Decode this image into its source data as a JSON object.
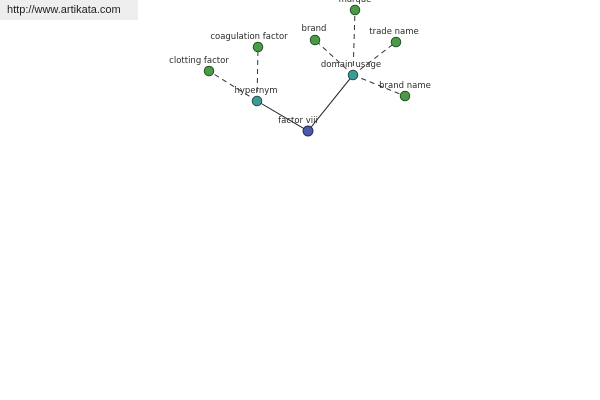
{
  "header": {
    "url": "http://www.artikata.com"
  },
  "graph": {
    "colors": {
      "root": "#4a5aa8",
      "relation": "#3d9b96",
      "leaf": "#4a9a48",
      "edge_solid": "#222222",
      "edge_dashed": "#333333"
    },
    "nodes": {
      "root": "factor viii",
      "hypernym": "hypernym",
      "domain_usage": "domain usage",
      "coagulation_factor": "coagulation factor",
      "clotting_factor": "clotting factor",
      "brand": "brand",
      "trade_name": "trade name",
      "brand_name": "brand name",
      "marque": "marque"
    }
  }
}
